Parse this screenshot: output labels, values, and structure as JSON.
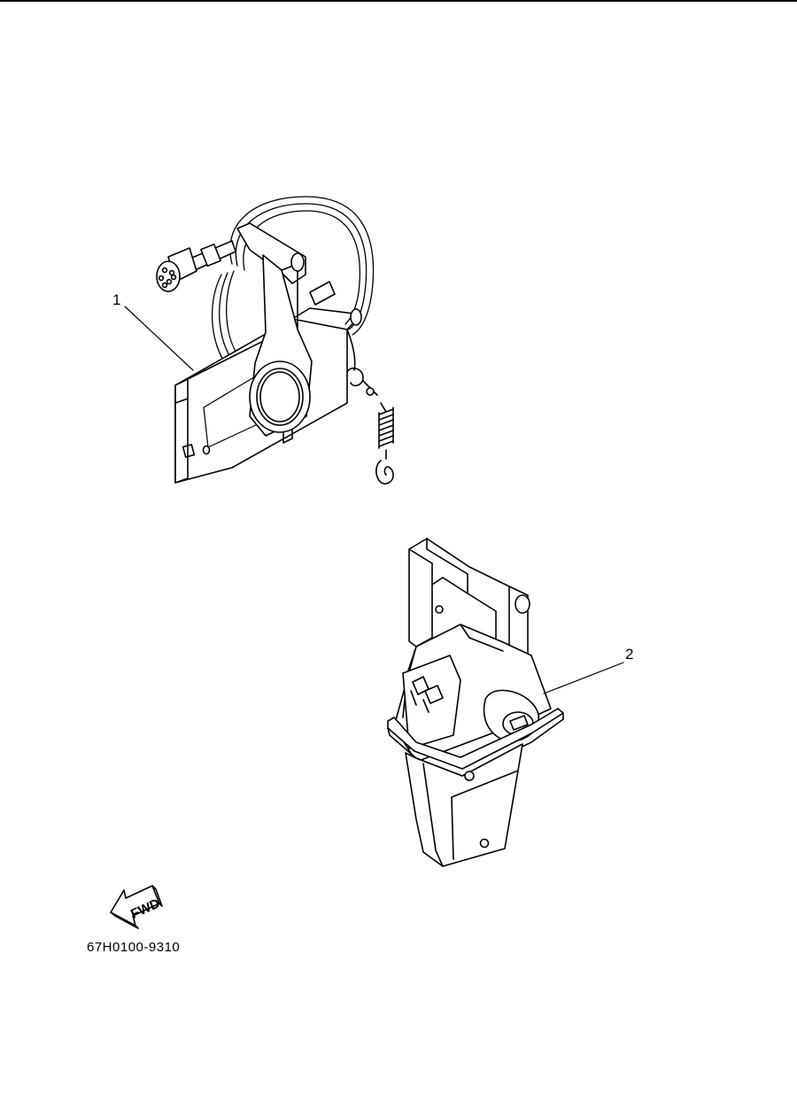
{
  "callouts": [
    {
      "number": "1"
    },
    {
      "number": "2"
    }
  ],
  "fwd_label": "FWD",
  "part_code": "67H0100-9310",
  "colors": {
    "line": "#000000",
    "fill": "#ffffff",
    "panel": "#f4f4f4"
  }
}
